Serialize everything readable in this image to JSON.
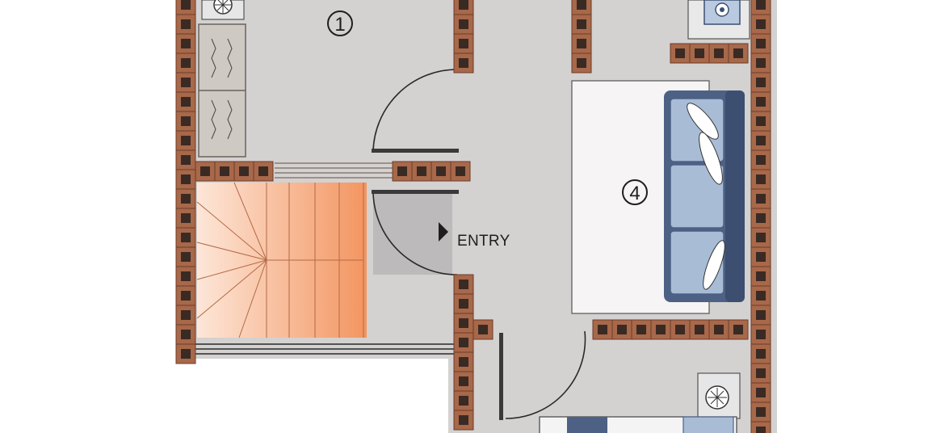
{
  "rooms": [
    {
      "number": "1"
    },
    {
      "number": "4"
    }
  ],
  "entry_label": "ENTRY",
  "colors": {
    "floor": "#d4d1d1",
    "brick": "#a8684a",
    "brick_cell": "#3a2a24",
    "stair_light": "#fbd9c6",
    "stair_dark": "#f3935f",
    "sofa_frame": "#4d6185",
    "sofa_cushion": "#a9bcd6",
    "rug": "#f6f4f4",
    "door_line": "#2a2a2a",
    "wardrobe": "#cfc9c4"
  },
  "icons": [
    "ac-unit-icon",
    "stove-burner-icon",
    "entry-arrow-icon"
  ]
}
